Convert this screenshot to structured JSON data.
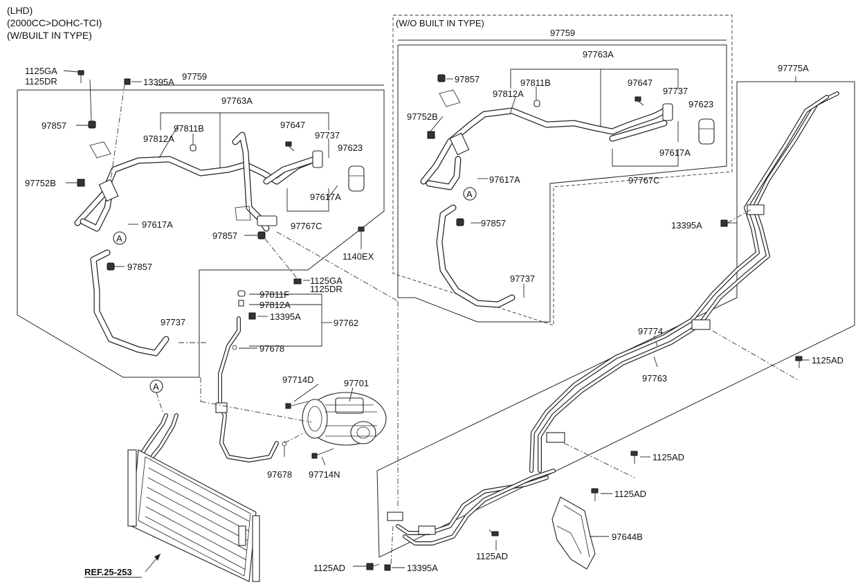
{
  "header": {
    "line1": "(LHD)",
    "line2": "(2000CC>DOHC-TCI)",
    "line3": "(W/BUILT IN TYPE)"
  },
  "wo_box": {
    "title": "(W/O BUILT IN TYPE)"
  },
  "labels": {
    "l_1125GA_a": "1125GA",
    "l_1125DR_a": "1125DR",
    "l_13395A_a": "13395A",
    "l_97759_a": "97759",
    "l_97763A_a": "97763A",
    "l_97811B_a": "97811B",
    "l_97812A_a": "97812A",
    "l_97647_a": "97647",
    "l_97737_a": "97737",
    "l_97623_a": "97623",
    "l_97857_a": "97857",
    "l_97752B_a": "97752B",
    "l_97617A_a": "97617A",
    "l_97617A_b": "97617A",
    "l_97767C_a": "97767C",
    "l_1140EX": "1140EX",
    "l_97857_b": "97857",
    "l_97857_c": "97857",
    "l_A_a": "A",
    "l_1125GA_b": "1125GA",
    "l_1125DR_b": "1125DR",
    "l_97811F": "97811F",
    "l_97812A_b": "97812A",
    "l_13395A_b": "13395A",
    "l_97762": "97762",
    "l_97737_b": "97737",
    "l_97678_a": "97678",
    "l_A_b": "A",
    "l_97714D": "97714D",
    "l_97701": "97701",
    "l_97678_b": "97678",
    "l_97714N": "97714N",
    "l_ref": "REF.25-253",
    "w_97759": "97759",
    "w_97763A": "97763A",
    "w_97857_a": "97857",
    "w_97811B": "97811B",
    "w_97812A": "97812A",
    "w_97647": "97647",
    "w_97737_a": "97737",
    "w_97623": "97623",
    "w_97752B": "97752B",
    "w_97617A_a": "97617A",
    "w_97617A_b": "97617A",
    "w_97767C": "97767C",
    "w_A": "A",
    "w_97857_b": "97857",
    "w_97737_b": "97737",
    "r_97775A": "97775A",
    "r_13395A_a": "13395A",
    "r_97774": "97774",
    "r_97763": "97763",
    "r_1125AD_a": "1125AD",
    "r_1125AD_b": "1125AD",
    "r_1125AD_c": "1125AD",
    "r_1125AD_d": "1125AD",
    "r_1125AD_e": "1125AD",
    "r_13395A_b": "13395A",
    "r_97644B": "97644B"
  }
}
